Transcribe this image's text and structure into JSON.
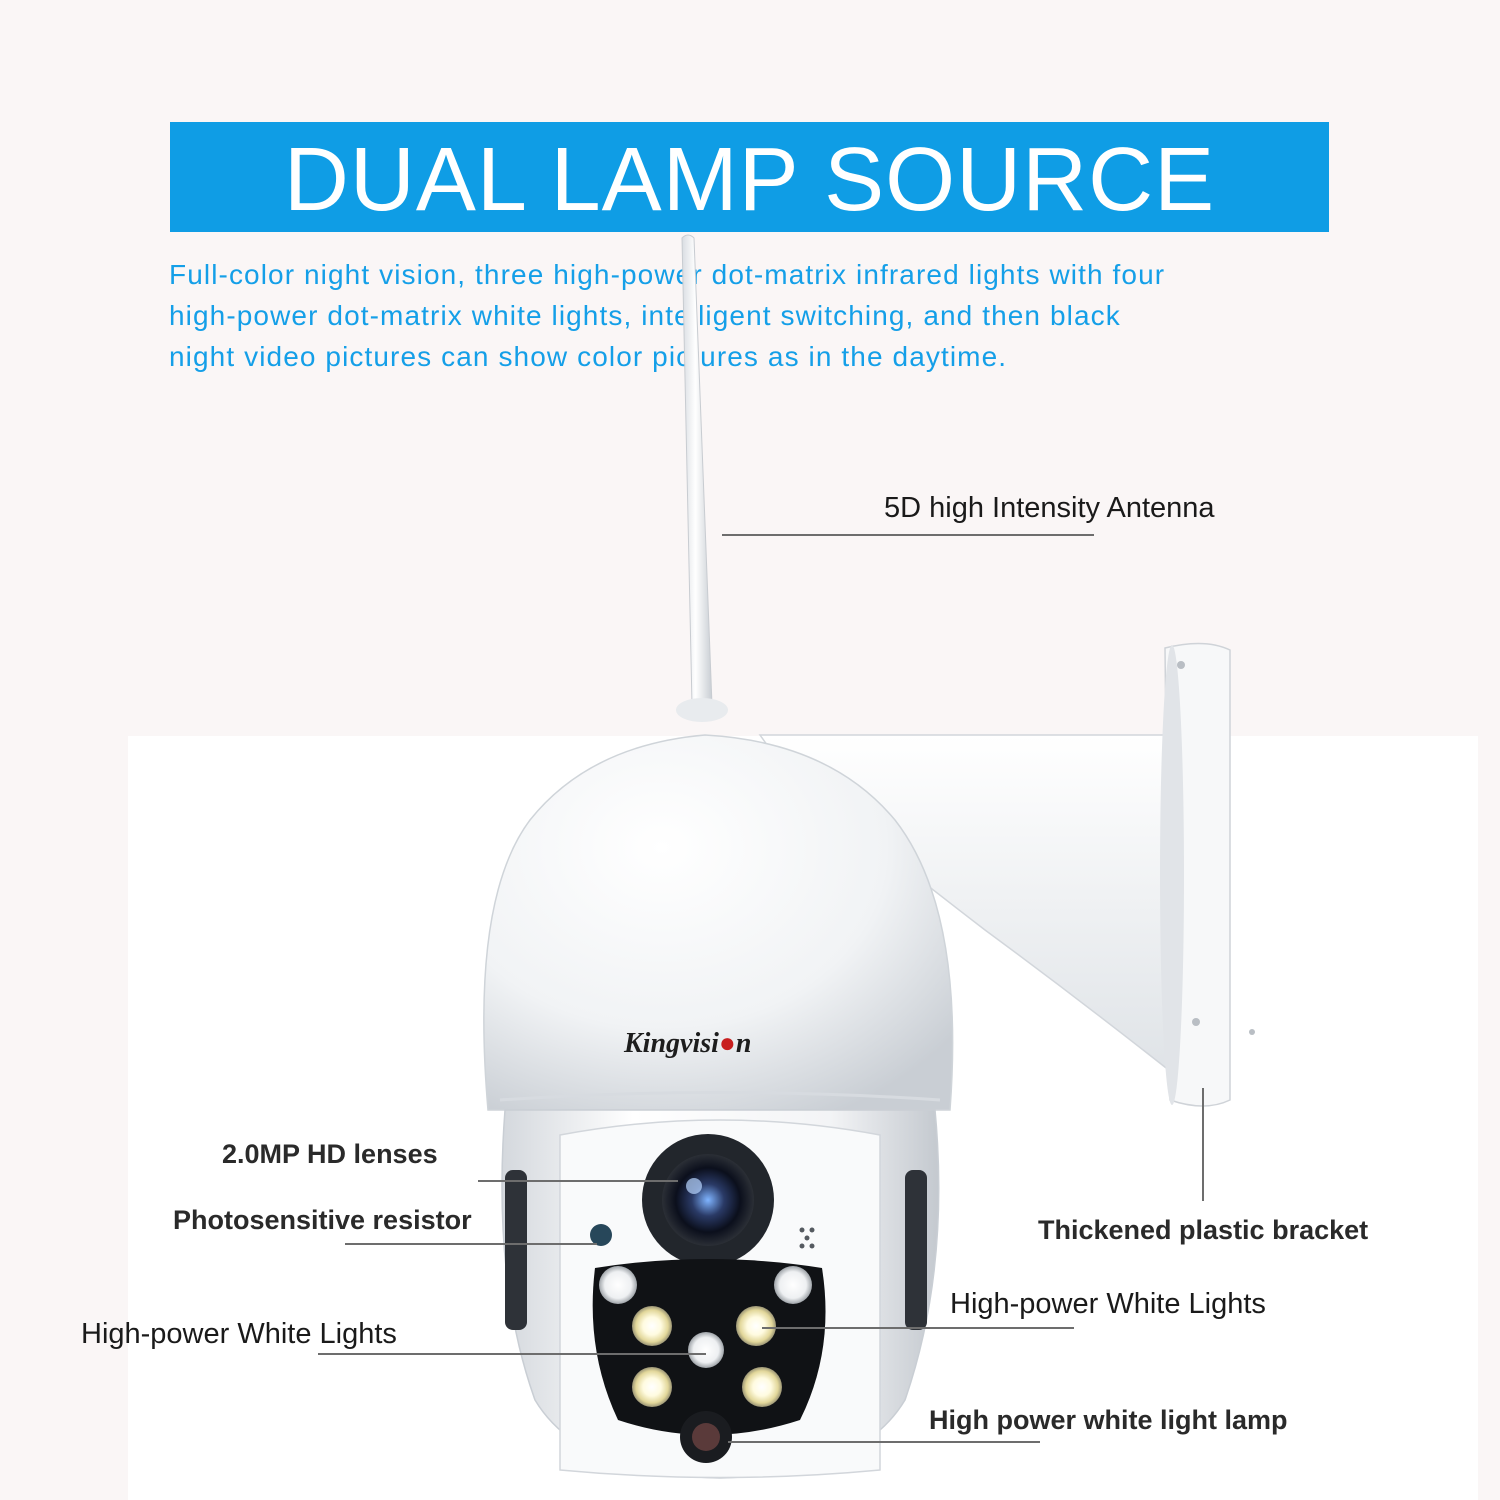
{
  "banner": {
    "title": "DUAL LAMP SOURCE",
    "bg_color": "#0f9de5"
  },
  "description": {
    "lines": [
      "Full-color night vision, three high-power dot-matrix infrared lights with four",
      "high-power dot-matrix white lights, intelligent switching, and then black",
      "night video pictures can show color pictures as in the daytime."
    ],
    "color": "#149fe8"
  },
  "product": {
    "brand": "Kingvision"
  },
  "callouts": {
    "antenna": "5D high Intensity Antenna",
    "lenses": "2.0MP HD lenses",
    "photosensitive": "Photosensitive resistor",
    "white_lights_left": "High-power White Lights",
    "white_lights_right": "High-power White Lights",
    "bracket": "Thickened plastic bracket",
    "white_lamp": "High power white light lamp"
  }
}
